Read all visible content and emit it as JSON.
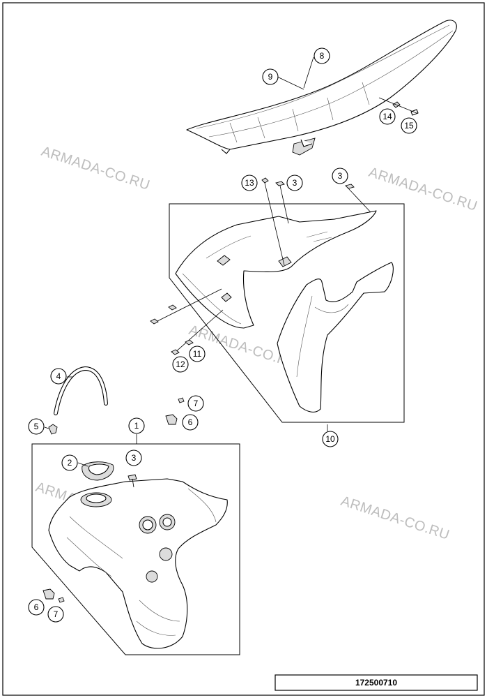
{
  "watermarks": [
    "ARMADA-CO.RU",
    "ARMADA-CO.RU",
    "ARMADA-CO.RU",
    "ARMADA-CO.RU",
    "ARMADA-CO.RU"
  ],
  "drawing_number": "172500710",
  "callouts": [
    {
      "id": "c1",
      "label": "1"
    },
    {
      "id": "c2",
      "label": "2"
    },
    {
      "id": "c3a",
      "label": "3"
    },
    {
      "id": "c3b",
      "label": "3"
    },
    {
      "id": "c3c",
      "label": "3"
    },
    {
      "id": "c4",
      "label": "4"
    },
    {
      "id": "c5",
      "label": "5"
    },
    {
      "id": "c6a",
      "label": "6"
    },
    {
      "id": "c6b",
      "label": "6"
    },
    {
      "id": "c7a",
      "label": "7"
    },
    {
      "id": "c7b",
      "label": "7"
    },
    {
      "id": "c8",
      "label": "8"
    },
    {
      "id": "c9",
      "label": "9"
    },
    {
      "id": "c10",
      "label": "10"
    },
    {
      "id": "c11",
      "label": "11"
    },
    {
      "id": "c12",
      "label": "12"
    },
    {
      "id": "c13",
      "label": "13"
    },
    {
      "id": "c14",
      "label": "14"
    },
    {
      "id": "c15",
      "label": "15"
    }
  ]
}
